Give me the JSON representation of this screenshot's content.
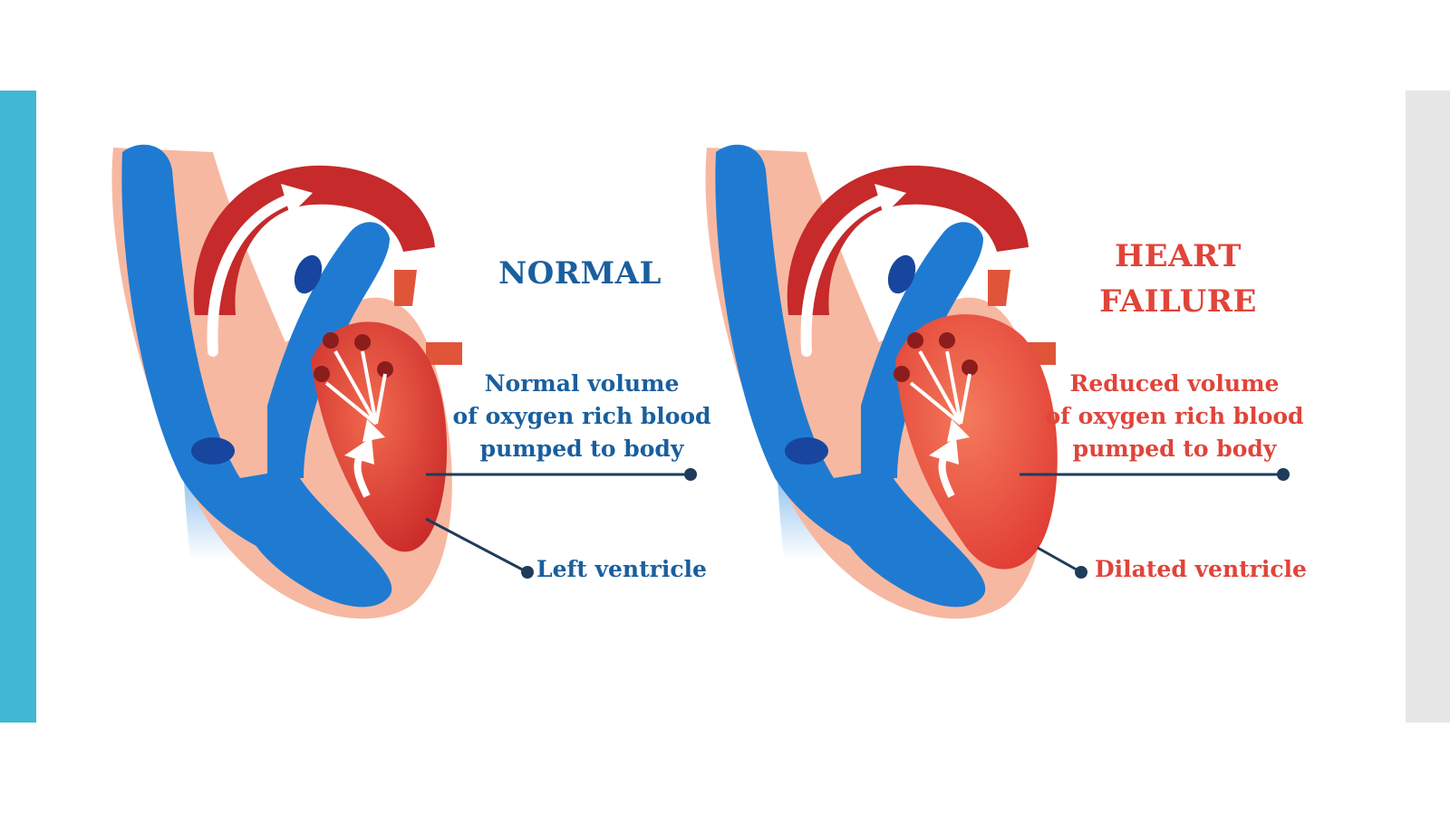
{
  "panels": {
    "normal": {
      "title": "NORMAL",
      "description_lines": [
        "Normal volume",
        "of oxygen rich blood",
        "pumped to body"
      ],
      "ventricle_label": "Left ventricle"
    },
    "failure": {
      "title_lines": [
        "HEART",
        "FAILURE"
      ],
      "description_lines": [
        "Reduced volume",
        "of oxygen rich blood",
        "pumped to body"
      ],
      "ventricle_label": "Dilated ventricle"
    }
  },
  "colors": {
    "accent_left": "#41b7d3",
    "accent_right": "#e6e6e6",
    "vein_blue": "#1f7bd1",
    "artery_red": "#d42f2f",
    "text_blue": "#1a5f9e",
    "text_red": "#e0443a",
    "pericardium": "#f5a58c"
  }
}
